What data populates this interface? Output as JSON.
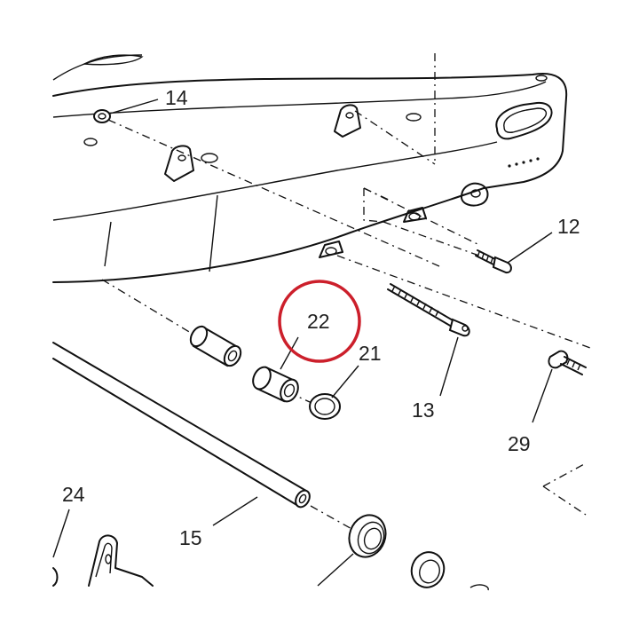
{
  "diagram": {
    "labels": {
      "p14": "14",
      "p12": "12",
      "p22": "22",
      "p21": "21",
      "p13": "13",
      "p29": "29",
      "p24": "24",
      "p15": "15"
    },
    "highlight_color": "#cc1f2b",
    "line_color": "#111111"
  }
}
